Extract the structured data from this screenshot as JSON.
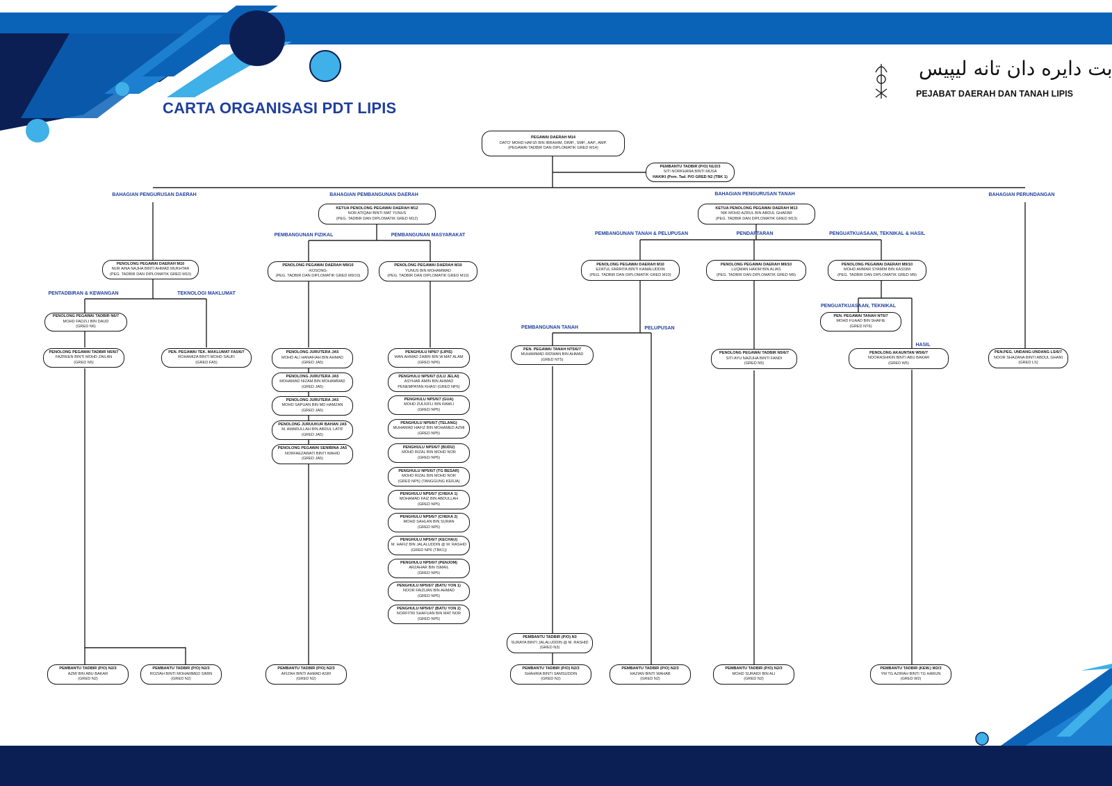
{
  "header": {
    "title": "CARTA ORGANISASI PDT LIPIS",
    "agency_name": "PEJABAT DAERAH DAN TANAH LIPIS",
    "logo_script_text": "ﭬﺟﺎﺑﺖ ﺩﺍﻳﺮﻩ ﺩﺍﻥ ﺗﺎﻧﻪ ﻟﻴﭙﻴﺲ",
    "logo_icon": "pahang-crest-icon"
  },
  "colors": {
    "navy": "#0b1f55",
    "blue": "#0b63b8",
    "light_blue": "#3fb0e8",
    "title_blue": "#1f3f9e"
  },
  "sections": {
    "bpd": "BAHAGIAN PENGURUSAN DAERAH",
    "bpem": "BAHAGIAN PEMBANGUNAN DAERAH",
    "bpt": "BAHAGIAN PENGURUSAN TANAH",
    "bper": "BAHAGIAN PERUNDANGAN",
    "pentadbiran": "PENTADBIRAN & KEWANGAN",
    "teknologi": "TEKNOLOGI MAKLUMAT",
    "fizikal": "PEMBANGUNAN FIZIKAL",
    "masyarakat": "PEMBANGUNAN MASYARAKAT",
    "tanah_pelupusan": "PEMBANGUNAN TANAH & PELUPUSAN",
    "pendaftaran": "PENDAFTARAN",
    "penguatkuasaan": "PENGUATKUASAAN, TEKNIKAL & HASIL",
    "pemb_tanah": "PEMBANGUNAN TANAH",
    "pelupusan": "PELUPUSAN",
    "peng_teknikal": "PENGUATKUASAAN, TEKNIKAL",
    "hasil": "HASIL"
  },
  "nodes": {
    "pd": [
      "PEGAWAI DAERAH M14",
      "DATO' MOHD HAFIZI BIN IBRAHIM, DIMP., SMP., AAP., AMP.",
      "(PEGAWAI TADBIR DAN DIPLOMATIK GRED M14)"
    ],
    "pt_pd": [
      "PEMBANTU TADBIR (P/O) N1/2/3",
      "SITI NORKHANA BINTI MUSA",
      "HAKIKI (Pem. Tad. P/O GRED N2 (TBK 1)"
    ],
    "kppd_m12": [
      "KETUA PENOLONG PEGAWAI DAERAH M12",
      "NOR ATIQAH BINTI MAT YUNUS",
      "(PEG. TADBIR DAN DIPLOMATIK GRED M12)"
    ],
    "kppd_m13": [
      "KETUA PENOLONG PEGAWAI DAERAH M13",
      "NIK MOHD AZRUL BIN ABDUL GHAFAR",
      "(PEG. TADBIR DAN DIPLOMATIK GRED M13)"
    ],
    "ppd_bpd": [
      "PENOLONG PEGAWAI DAERAH M10",
      "NUR AINA NAJHA BINTI AHMAD MUKHTAR",
      "(PEG. TADBIR DAN DIPLOMATIK GRED M10)"
    ],
    "ppd_fiz": [
      "PENOLONG PEGAWAI DAERAH M9/10",
      "-KOSONG-",
      "(PEG. TADBIR DAN DIPLOMATIK GRED M9/10)"
    ],
    "ppd_mas": [
      "PENOLONG PEGAWAI DAERAH M10",
      "YUNUS BIN MOHAMMAD",
      "(PEG. TADBIR DAN DIPLOMATIK GRED M10)"
    ],
    "ppd_tp": [
      "PENOLONG PEGAWAI DAERAH M10",
      "EZATUL FARRITA BINTI KAMALUDDIN",
      "(PEG. TADBIR DAN DIPLOMATIK GRED M10)"
    ],
    "ppd_pen": [
      "PENOLONG PEGAWAI DAERAH M9/10",
      "LUQMAN HAKIM BIN ALIAS",
      "(PEG. TADBIR DAN DIPLOMATIK GRED M9)"
    ],
    "ppd_pk": [
      "PENOLONG PEGAWAI DAERAH M9/10",
      "MOHD AMMAR SYAMIM BIN KASSIM",
      "(PEG. TADBIR DAN DIPLOMATIK GRED M9)"
    ],
    "ppt_n67": [
      "PENOLONG PEGAWAI TADBIR N6/7",
      "MOHD FADZLI BIN DAUD",
      "(GRED N6)"
    ],
    "ppt_n567": [
      "PENOLONG PEGAWAI TADBIR N5/6/7",
      "FAZREEN BINTI MOHD ZAILAN",
      "(GRED N5)"
    ],
    "tek_fa": [
      "PEN. PEGAWAI TEK. MAKLUMAT FA5/6/7",
      "ROHAMIZA BINTI MOHD SAUFI",
      "(GRED FA5)"
    ],
    "ja1": [
      "PENOLONG JURUTERA JA5",
      "MOHD ALI HANAFIAH BIN AHMAD",
      "(GRED JA5)"
    ],
    "ja2": [
      "PENOLONG JURUTERA JA5",
      "MOHAMAD NIZAM BIN MOHAMMAD",
      "(GRED JA5)"
    ],
    "ja3": [
      "PENOLONG JURUTERA JA5",
      "MOHD SAPUAN BIN MD HAMZAN",
      "(GRED JA5)"
    ],
    "ja4": [
      "PENOLONG JURUUKUR BAHAN JA5",
      "M. AMARULLAH BIN ABDUL LATIF",
      "(GRED JA5)"
    ],
    "ja5": [
      "PENOLONG PEGAWAI SENIBINA JA5",
      "NORFAEZAWATI BINTI WAHID",
      "(GRED JA5)"
    ],
    "ph1": [
      "PENGHULU NP6/7 (LIPIS)",
      "WAN AHMAD ZABRI BIN W.MAT ALAM",
      "(GRED NP6)"
    ],
    "ph2": [
      "PENGHULU NP5/6/7 (ULU JELAI)",
      "ASYHAR AMIN BIN AHMAD",
      "PENEMPATAN KHAS! (GRED NP6)"
    ],
    "ph3": [
      "PENGHULU NP5/6/7 (GUA)",
      "MOHD ZULKIFLI BIN RAMLI",
      "(GRED NP5)"
    ],
    "ph4": [
      "PENGHULU NP5/6/7 (TELANG)",
      "MUHAMAD HAFIZ BIN MOHAMED AZMI",
      "(GRED NP5)"
    ],
    "ph5": [
      "PENGHULU NP5/6/7 (BUDU)",
      "MOHD RIZAL BIN MOHD NOR",
      "(GRED NP5)"
    ],
    "ph6": [
      "PENGHULU NP5/6/7 (TG BESAR)",
      "MOHD RIZAL BIN MOHD NOR",
      "(GRED NP5) (TANGGUNG KERJA)"
    ],
    "ph7": [
      "PENGHULU NP5/6/7 (CHEKA 1)",
      "MOHAMAD FAIZ BIN ABDULLAH",
      "(GRED NP5)"
    ],
    "ph8": [
      "PENGHULU NP5/6/7 (CHEKA 2)",
      "MOHD SAHLAN BIN SURAN",
      "(GRED NP5)"
    ],
    "ph9": [
      "PENGHULU NP5/6/7 (KECHAU)",
      "M. HAFIZ BIN JALALUDDIN @ M. RASHID",
      "(GRED NP6 (TBK1))"
    ],
    "ph10": [
      "PENGHULU NP5/6/7 (PENJOM)",
      "ARZAHAR BIN ISMAIL",
      "(GRED NP5)"
    ],
    "ph11": [
      "PENGHULU NP5/6/7 (BATU YON 1)",
      "NOOR FAIZUAN BIN AHMAD",
      "(GRED NP5)"
    ],
    "ph12": [
      "PENGHULU NP5/6/7 (BATU YON 2)",
      "NORFITRI SHAFUAN BIN MAT NOR",
      "(GRED NP5)"
    ],
    "nt": [
      "PEN. PEGAWAI TANAH NT5/6/7",
      "MUHAMMAD RIDWAN BIN AHMAD",
      "(GRED NT5)"
    ],
    "pt_n3": [
      "PEMBANTU TADBIR (P/O) N3",
      "SURAYA BINTI JALALUDDIN @ M. RASHID",
      "(GRED N3)"
    ],
    "ppt_pen": [
      "PENOLONG PEGAWAI TADBIR N5/6/7",
      "SITI AYU NAZUHA BINTI FANDI",
      "(GRED N5)"
    ],
    "nt67": [
      "PEN. PEGAWAI TANAH NT6/7",
      "MOHD FUAAD BIN SHAFIE",
      "(GRED NT6)"
    ],
    "akauntan": [
      "PENOLONG AKAUNTAN W5/6/7",
      "NOORASHIKIN BINTI ABU BAKAR",
      "(GRED W5)"
    ],
    "ls": [
      "PEN.PEG. UNDANG-UNDANG LS/6/7",
      "NOOR SHAZANA BINTI ABDUL GHANI",
      "(GRED LS)"
    ],
    "b1": [
      "PEMBANTU TADBIR (P/O) N2/3",
      "AZMI BIN ABU BAKAR",
      "(GRED N2)"
    ],
    "b2": [
      "PEMBANTU TADBIR (P/O) N2/3",
      "ROZIAH BINTI MOHAMMED SIMIN",
      "(GRED N2)"
    ],
    "b3": [
      "PEMBANTU TADBIR (P/O) N2/3",
      "AFIZAH BINTI AHMAD ASRI",
      "(GRED N2)"
    ],
    "b4": [
      "PEMBANTU TADBIR (P/O) N2/3",
      "SHAHIRA BINTI SAMSUDDIN",
      "(GRED N2)"
    ],
    "b5": [
      "PEMBANTU TADBIR (P/O) N2/3",
      "HAZIAN BINTI WAHAB",
      "(GRED N2)"
    ],
    "b6": [
      "PEMBANTU TADBIR (P/O) N2/3",
      "MOHD SURAIDI BIN ALI",
      "(GRED N2)"
    ],
    "b7": [
      "PEMBANTU TADBIR (KEW.) W2/3",
      "YM TG AZIRAH BINTI TG HARUN",
      "(GRED W2)"
    ]
  }
}
